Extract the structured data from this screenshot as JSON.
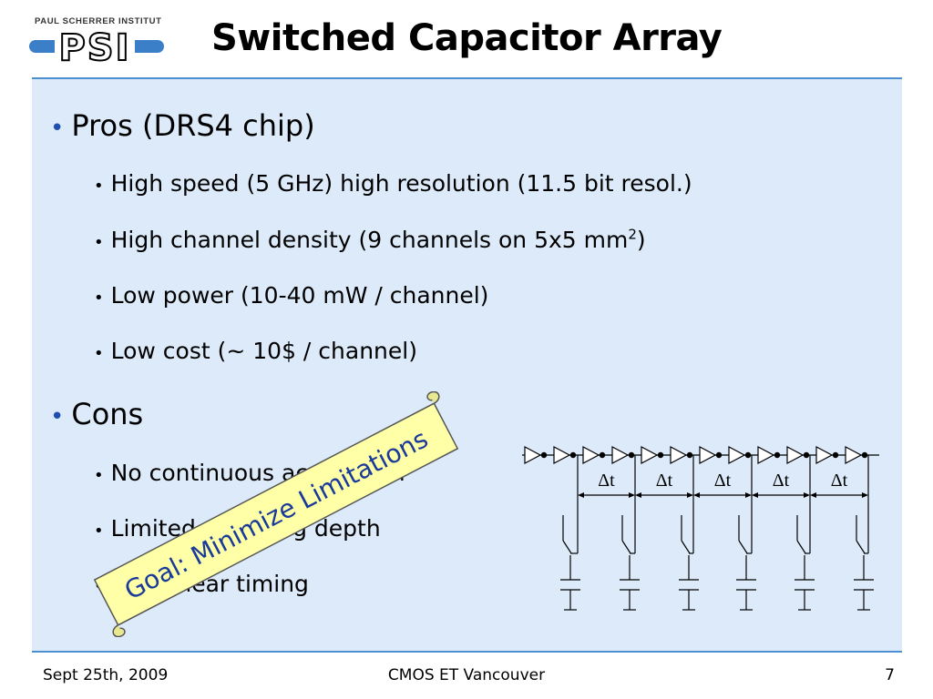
{
  "header": {
    "logo_text": "PAUL SCHERRER INSTITUT",
    "logo_mark": "PSI",
    "title": "Switched Capacitor Array"
  },
  "content": {
    "sections": [
      {
        "heading": "Pros (DRS4 chip)",
        "items": [
          {
            "text": "High speed (5 GHz) high resolution (11.5 bit resol.)"
          },
          {
            "text": "High channel density (9 channels on 5x5 mm",
            "sup": "2",
            "suffix": ")"
          },
          {
            "text": "Low power (10-40 mW / channel)"
          },
          {
            "text": "Low cost (~ 10$ / channel)"
          }
        ]
      },
      {
        "heading": "Cons",
        "items": [
          {
            "text": "No continuous acquisition"
          },
          {
            "text": "Limited sampling depth"
          },
          {
            "text": "Non-linear timing"
          }
        ]
      }
    ],
    "callout": "Goal: Minimize Limitations",
    "diagram": {
      "delta_labels": [
        "Δt",
        "Δt",
        "Δt",
        "Δt",
        "Δt"
      ]
    }
  },
  "footer": {
    "date": "Sept 25th, 2009",
    "event": "CMOS ET Vancouver",
    "page": "7"
  },
  "colors": {
    "accent_rule": "#4c8fd0",
    "content_bg": "#dceaf9",
    "logo_blue": "#3a7fc8",
    "scroll_fill": "#ffffa8"
  }
}
